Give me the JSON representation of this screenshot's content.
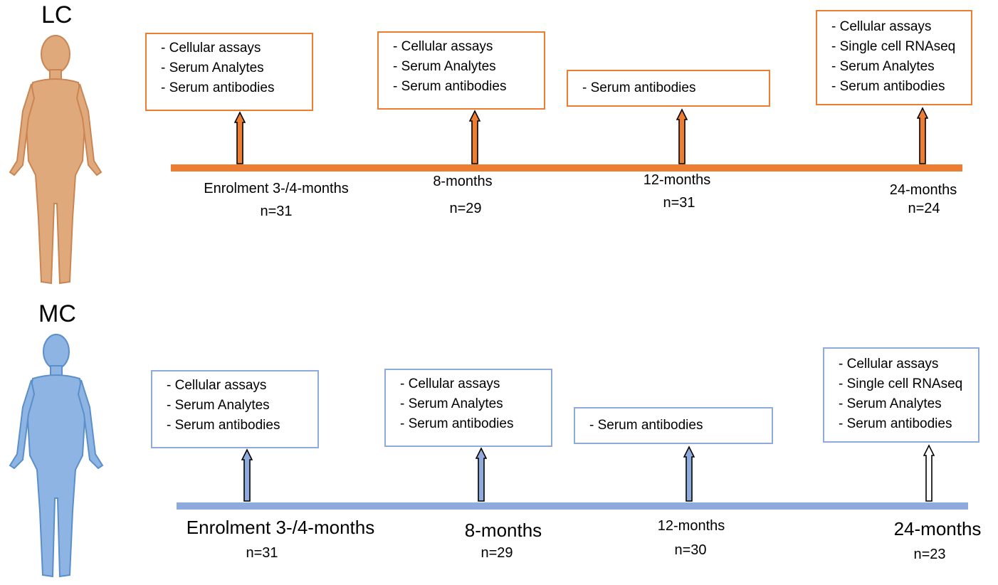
{
  "cohorts": [
    {
      "label": "LC",
      "color": "#ED7D31",
      "timepoints": [
        {
          "label": "Enrolment 3-/4-months",
          "n": "n=31",
          "assays": [
            "- Cellular assays",
            "- Serum Analytes",
            "- Serum antibodies"
          ]
        },
        {
          "label": "8-months",
          "n": "n=29",
          "assays": [
            "- Cellular assays",
            "- Serum Analytes",
            "- Serum antibodies"
          ]
        },
        {
          "label": "12-months",
          "n": "n=31",
          "assays": [
            "- Serum antibodies"
          ]
        },
        {
          "label": "24-months",
          "n": "n=24",
          "assays": [
            "- Cellular assays",
            "- Single cell RNAseq",
            "- Serum Analytes",
            "- Serum antibodies"
          ]
        }
      ]
    },
    {
      "label": "MC",
      "color": "#8FAADC",
      "timepoints": [
        {
          "label": "Enrolment 3-/4-months",
          "n": "n=31",
          "assays": [
            "- Cellular assays",
            "- Serum Analytes",
            "- Serum antibodies"
          ]
        },
        {
          "label": "8-months",
          "n": "n=29",
          "assays": [
            "- Cellular assays",
            "- Serum Analytes",
            "- Serum antibodies"
          ]
        },
        {
          "label": "12-months",
          "n": "n=30",
          "assays": [
            "- Serum antibodies"
          ]
        },
        {
          "label": "24-months",
          "n": "n=23",
          "assays": [
            "- Cellular assays",
            "- Single cell RNAseq",
            "- Serum Analytes",
            "- Serum antibodies"
          ]
        }
      ]
    }
  ]
}
